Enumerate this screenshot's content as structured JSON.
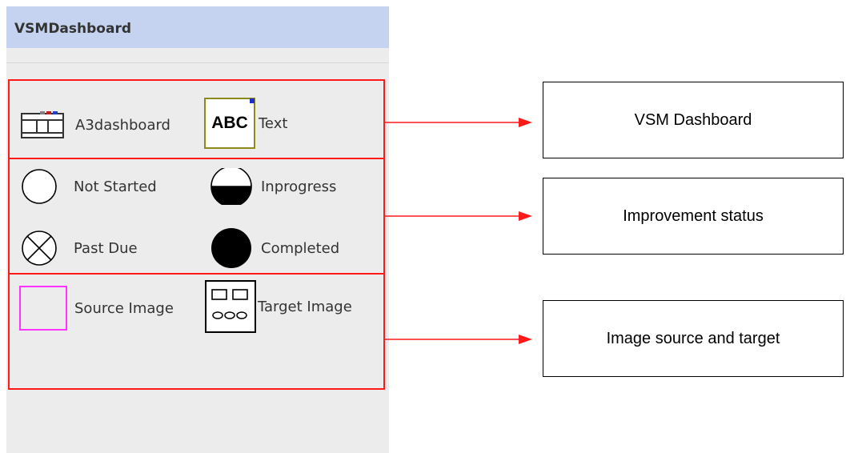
{
  "toolbox": {
    "title": "VSMDashboard",
    "groups": {
      "dashboard": {
        "items": [
          {
            "label": "A3dashboard",
            "icon": "a3-dashboard-icon"
          },
          {
            "label": "Text",
            "icon": "abc-text-icon",
            "icon_text": "ABC"
          }
        ]
      },
      "status": {
        "items": [
          {
            "label": "Not Started",
            "icon": "empty-circle-icon"
          },
          {
            "label": "Inprogress",
            "icon": "half-filled-circle-icon"
          },
          {
            "label": "Past Due",
            "icon": "crossed-circle-icon"
          },
          {
            "label": "Completed",
            "icon": "filled-circle-icon"
          }
        ]
      },
      "image": {
        "items": [
          {
            "label": "Source Image",
            "icon": "source-image-icon"
          },
          {
            "label": "Target Image",
            "icon": "target-image-icon"
          }
        ]
      }
    }
  },
  "callouts": [
    {
      "text": "VSM Dashboard"
    },
    {
      "text": "Improvement status"
    },
    {
      "text": "Image source and target"
    }
  ],
  "colors": {
    "highlight": "#ff1a1a",
    "header_bg": "#c5d3f0",
    "panel_bg": "#ececec",
    "source_image_border": "#ff33ff",
    "text_icon_border": "#8b8b1a"
  }
}
